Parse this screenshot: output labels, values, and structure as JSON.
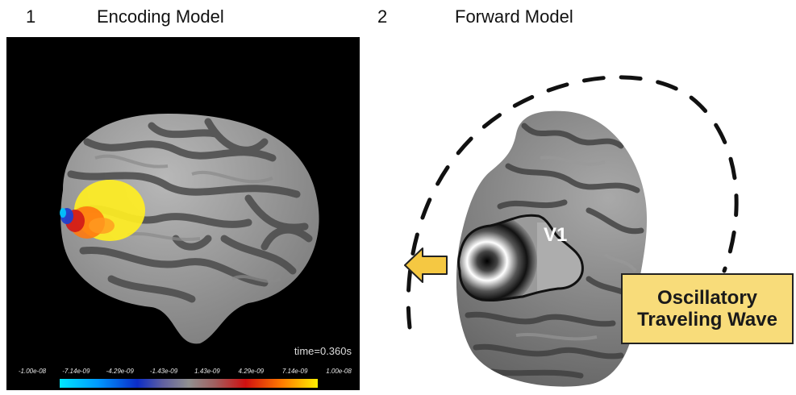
{
  "panels": [
    {
      "number": "1",
      "title": "Encoding Model",
      "time_label": "time=0.360s",
      "colorbar_ticks": [
        "-1.00e-08",
        "-7.14e-09",
        "-4.29e-09",
        "-1.43e-09",
        "1.43e-09",
        "4.29e-09",
        "7.14e-09",
        "1.00e-08"
      ],
      "colorbar_colors": [
        "#00e6ff",
        "#0b2cc8",
        "#909090",
        "#d01010",
        "#ffee00"
      ]
    },
    {
      "number": "2",
      "title": "Forward Model",
      "region_label": "V1",
      "callout": [
        "Oscillatory",
        "Traveling Wave"
      ],
      "callout_color": "#f8dc7a",
      "arrow_color": "#f5c842"
    }
  ]
}
